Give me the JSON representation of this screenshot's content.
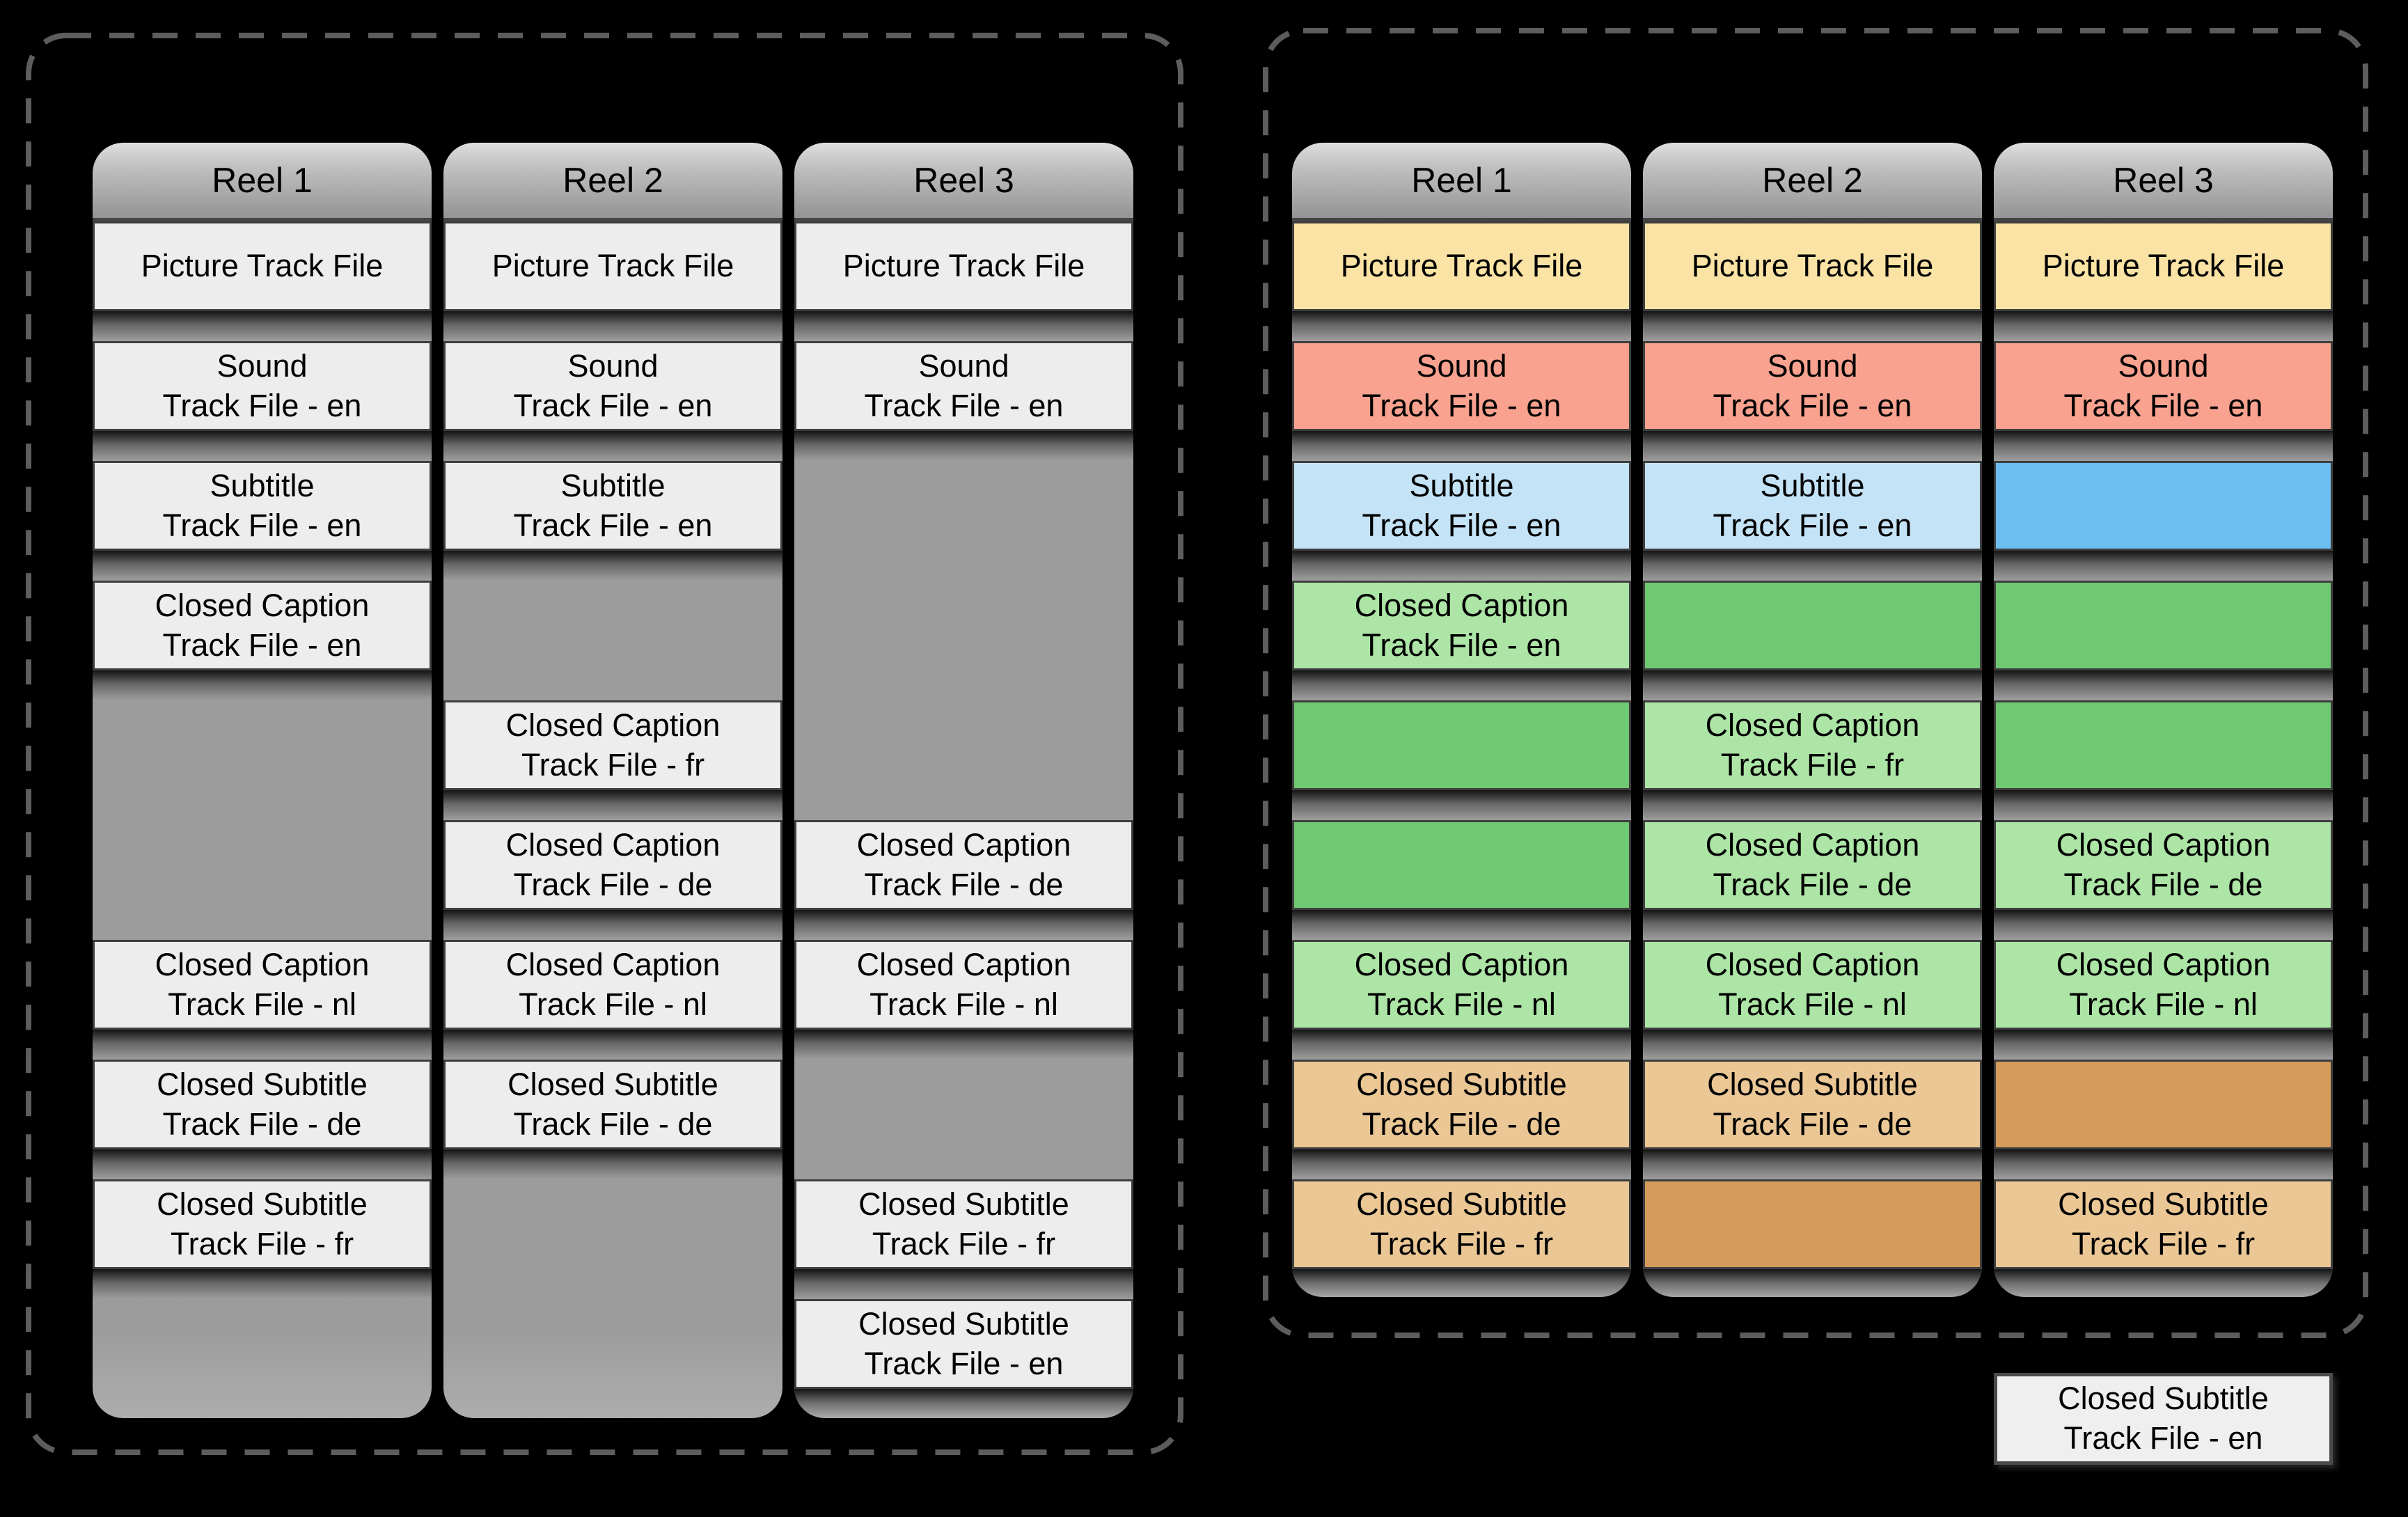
{
  "tracks": {
    "picture": {
      "l1": "Picture Track File",
      "l2": ""
    },
    "sound": {
      "l1": "Sound",
      "l2": "Track File - en"
    },
    "subtitle_en": {
      "l1": "Subtitle",
      "l2": "Track File - en"
    },
    "caption_en": {
      "l1": "Closed Caption",
      "l2": "Track File - en"
    },
    "caption_fr": {
      "l1": "Closed Caption",
      "l2": "Track File - fr"
    },
    "caption_de": {
      "l1": "Closed Caption",
      "l2": "Track File - de"
    },
    "caption_nl": {
      "l1": "Closed Caption",
      "l2": "Track File - nl"
    },
    "csub_de": {
      "l1": "Closed Subtitle",
      "l2": "Track File - de"
    },
    "csub_fr": {
      "l1": "Closed Subtitle",
      "l2": "Track File - fr"
    },
    "csub_en": {
      "l1": "Closed Subtitle",
      "l2": "Track File - en"
    }
  },
  "left_panel": {
    "headers": [
      "Reel 1",
      "Reel 2",
      "Reel 3"
    ],
    "columns": [
      {
        "header": "Reel 1",
        "tracks": [
          "picture",
          "sound",
          "subtitle_en",
          "caption_en",
          "caption_nl",
          "csub_de",
          "csub_fr"
        ]
      },
      {
        "header": "Reel 2",
        "tracks": [
          "picture",
          "sound",
          "subtitle_en",
          "caption_fr",
          "caption_de",
          "caption_nl",
          "csub_de"
        ]
      },
      {
        "header": "Reel 3",
        "tracks": [
          "picture",
          "sound",
          "caption_de",
          "caption_nl",
          "csub_fr",
          "csub_en"
        ]
      }
    ]
  },
  "right_panel": {
    "headers": [
      "Reel 1",
      "Reel 2",
      "Reel 3"
    ],
    "columns": [
      {
        "header": "Reel 1",
        "cells": [
          {
            "track": "picture",
            "labeled": true
          },
          {
            "track": "sound",
            "labeled": true
          },
          {
            "track": "subtitle_en",
            "labeled": true
          },
          {
            "track": "caption_en",
            "labeled": true
          },
          {
            "track": "caption_fr",
            "labeled": false
          },
          {
            "track": "caption_de",
            "labeled": false
          },
          {
            "track": "caption_nl",
            "labeled": true
          },
          {
            "track": "csub_de",
            "labeled": true
          },
          {
            "track": "csub_fr",
            "labeled": true
          }
        ]
      },
      {
        "header": "Reel 2",
        "cells": [
          {
            "track": "picture",
            "labeled": true
          },
          {
            "track": "sound",
            "labeled": true
          },
          {
            "track": "subtitle_en",
            "labeled": true
          },
          {
            "track": "caption_en",
            "labeled": false
          },
          {
            "track": "caption_fr",
            "labeled": true
          },
          {
            "track": "caption_de",
            "labeled": true
          },
          {
            "track": "caption_nl",
            "labeled": true
          },
          {
            "track": "csub_de",
            "labeled": true
          },
          {
            "track": "csub_fr",
            "labeled": false
          }
        ]
      },
      {
        "header": "Reel 3",
        "cells": [
          {
            "track": "picture",
            "labeled": true
          },
          {
            "track": "sound",
            "labeled": true
          },
          {
            "track": "subtitle_en",
            "labeled": false
          },
          {
            "track": "caption_en",
            "labeled": false
          },
          {
            "track": "caption_fr",
            "labeled": false
          },
          {
            "track": "caption_de",
            "labeled": true
          },
          {
            "track": "caption_nl",
            "labeled": true
          },
          {
            "track": "csub_de",
            "labeled": false
          },
          {
            "track": "csub_fr",
            "labeled": true
          }
        ]
      }
    ]
  },
  "standalone_box": {
    "l1": "Closed Subtitle",
    "l2": "Track File - en"
  },
  "colors": {
    "background": "#000000",
    "dashed_border": "#5d5d5d",
    "column_gray": "#9c9c9c",
    "header_gray_top": "#dfdfdf",
    "header_gray_bottom": "#949494",
    "plain_cell": "#ededed",
    "picture": "#fae3a4",
    "sound": "#f8a28f",
    "subtitle": "#c5e3f6",
    "subtitle_filled": "#6cbef0",
    "caption": "#ace5a5",
    "caption_filled": "#6fc972",
    "closed_subtitle": "#eac795",
    "closed_subtitle_filled": "#d59b5b",
    "standalone_box": "#efefef",
    "cell_border": "#3e3e3e"
  }
}
